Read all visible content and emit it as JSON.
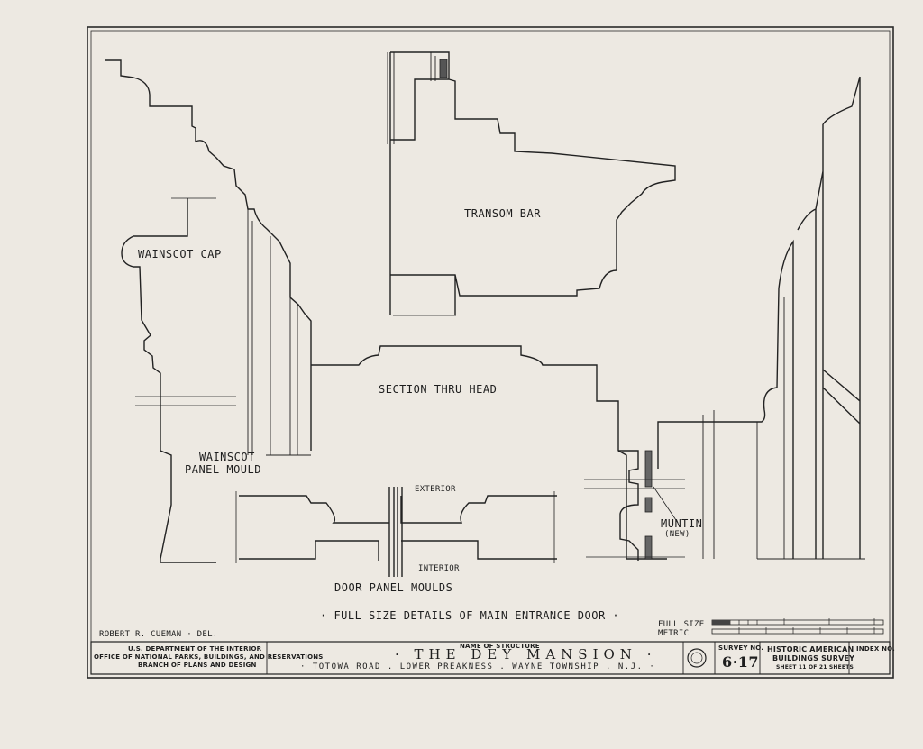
{
  "drawing": {
    "labels": {
      "wainscot_cap": "WAINSCOT CAP",
      "transom_bar": "TRANSOM BAR",
      "section_thru_head": "SECTION THRU HEAD",
      "wainscot_panel_mould_1": "WAINSCOT",
      "wainscot_panel_mould_2": "PANEL MOULD",
      "exterior": "EXTERIOR",
      "interior": "INTERIOR",
      "door_panel_moulds": "DOOR PANEL MOULDS",
      "muntin": "MUNTIN",
      "muntin_note": "(NEW)",
      "main_caption": "· FULL SIZE DETAILS OF MAIN ENTRANCE DOOR ·"
    },
    "scale": {
      "full_size": "FULL SIZE",
      "metric": "METRIC"
    },
    "delineator": "ROBERT R. CUEMAN · DEL."
  },
  "title_block": {
    "agency_1": "U.S. DEPARTMENT OF THE INTERIOR",
    "agency_2": "OFFICE OF NATIONAL PARKS, BUILDINGS, AND RESERVATIONS",
    "agency_3": "BRANCH OF PLANS AND DESIGN",
    "name_of_structure_label": "NAME OF STRUCTURE",
    "structure_name": "· THE DEY MANSION ·",
    "location": "· TOTOWA ROAD . LOWER PREAKNESS . WAYNE TOWNSHIP . N.J. ·",
    "survey_no_label": "SURVEY NO.",
    "survey_no": "6·17",
    "habs_1": "HISTORIC AMERICAN",
    "habs_2": "BUILDINGS SURVEY",
    "sheet": "SHEET 11 OF 21 SHEETS",
    "index_label": "INDEX NO."
  }
}
